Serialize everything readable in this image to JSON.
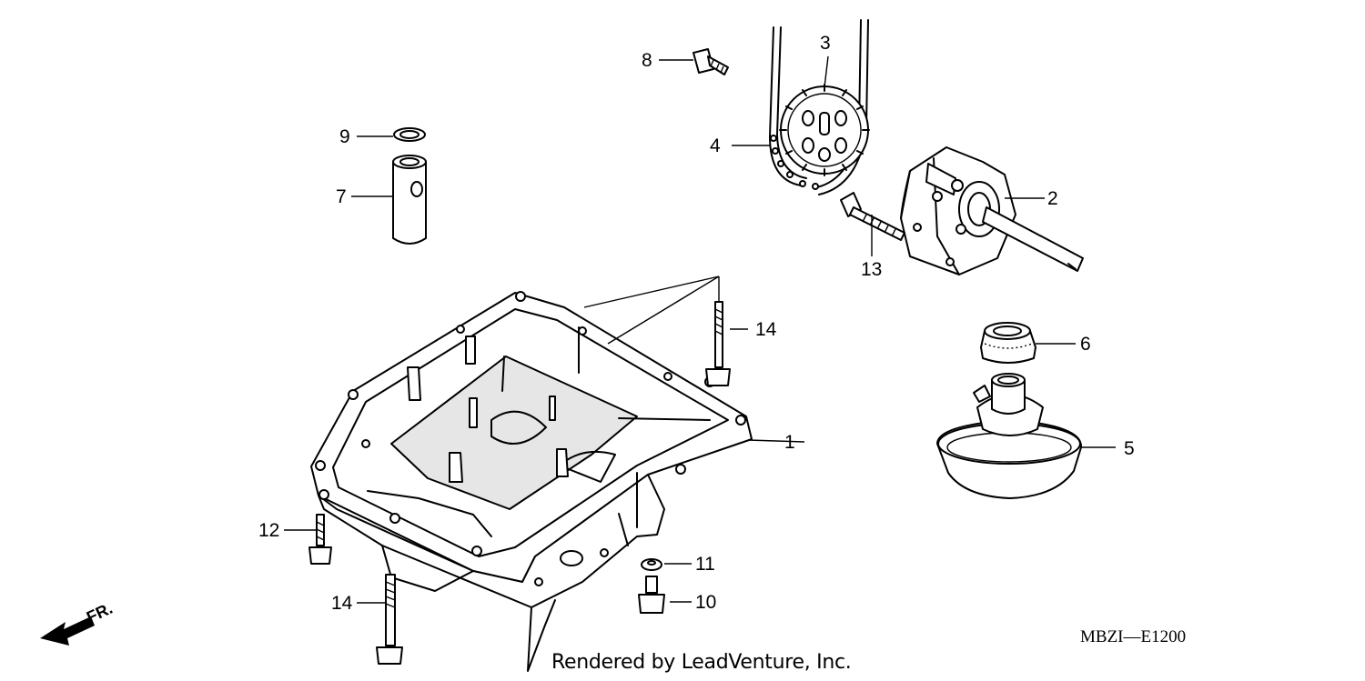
{
  "callouts": {
    "c1": "1",
    "c2": "2",
    "c3": "3",
    "c4": "4",
    "c5": "5",
    "c6": "6",
    "c7": "7",
    "c8": "8",
    "c9": "9",
    "c10": "10",
    "c11": "11",
    "c12": "12",
    "c13": "13",
    "c14a": "14",
    "c14b": "14"
  },
  "direction_label": "FR.",
  "diagram_code": "MBZI—E1200",
  "credit": "Rendered by LeadVenture, Inc.",
  "colors": {
    "ink": "#000000",
    "paper": "#ffffff"
  }
}
